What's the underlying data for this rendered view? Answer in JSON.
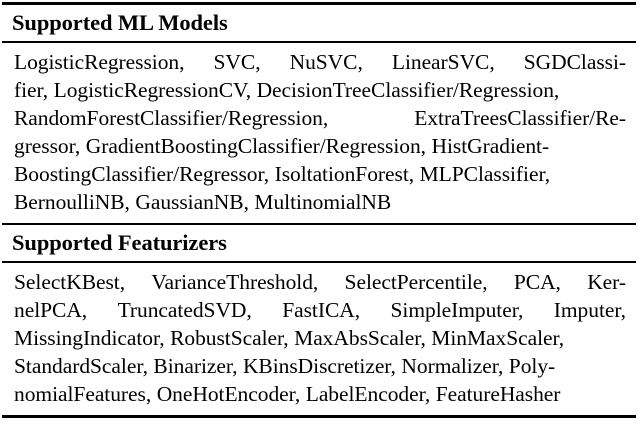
{
  "figure": {
    "kind": "booktabs-table",
    "background_color": "#ffffff",
    "text_color": "#000000",
    "rule_color": "#000000"
  },
  "sections": [
    {
      "id": "supported-ml-models",
      "header": "Supported ML Models",
      "body_text": "LogisticRegression, SVC, NuSVC, LinearSVC, SGDClassifier, LogisticRegressionCV, DecisionTreeClassifier/Regression, RandomForestClassifier/Regression, ExtraTreesClassifier/Regressor, GradientBoostingClassifier/Regression, HistGradientBoostingClassifier/Regressor, IsoltationForest, MLPClassifier, BernoulliNB, GaussianNB, MultinomialNB",
      "items": [
        "LogisticRegression",
        "SVC",
        "NuSVC",
        "LinearSVC",
        "SGDClassifier",
        "LogisticRegressionCV",
        "DecisionTreeClassifier/Regression",
        "RandomForestClassifier/Regression",
        "ExtraTreesClassifier/Regressor",
        "GradientBoostingClassifier/Regression",
        "HistGradientBoostingClassifier/Regressor",
        "IsoltationForest",
        "MLPClassifier",
        "BernoulliNB",
        "GaussianNB",
        "MultinomialNB"
      ],
      "lines": [
        [
          "LogisticRegression,",
          "SVC,",
          "NuSVC,",
          "LinearSVC,",
          "SGDClassi-"
        ],
        [
          "fier, LogisticRegressionCV, DecisionTreeClassifier/Regression,"
        ],
        [
          "RandomForestClassifier/Regression,",
          "ExtraTreesClassifier/Re-"
        ],
        [
          "gressor, GradientBoostingClassifier/Regression, HistGradient-"
        ],
        [
          "BoostingClassifier/Regressor, IsoltationForest, MLPClassifier,"
        ],
        [
          "BernoulliNB, GaussianNB, MultinomialNB"
        ]
      ]
    },
    {
      "id": "supported-featurizers",
      "header": "Supported Featurizers",
      "body_text": "SelectKBest, VarianceThreshold, SelectPercentile, PCA, KernelPCA, TruncatedSVD, FastICA, SimpleImputer, Imputer, MissingIndicator, RobustScaler, MaxAbsScaler, MinMaxScaler, StandardScaler, Binarizer, KBinsDiscretizer, Normalizer, PolynomialFeatures, OneHotEncoder, LabelEncoder, FeatureHasher",
      "items": [
        "SelectKBest",
        "VarianceThreshold",
        "SelectPercentile",
        "PCA",
        "KernelPCA",
        "TruncatedSVD",
        "FastICA",
        "SimpleImputer",
        "Imputer",
        "MissingIndicator",
        "RobustScaler",
        "MaxAbsScaler",
        "MinMaxScaler",
        "StandardScaler",
        "Binarizer",
        "KBinsDiscretizer",
        "Normalizer",
        "PolynomialFeatures",
        "OneHotEncoder",
        "LabelEncoder",
        "FeatureHasher"
      ],
      "lines": [
        [
          "SelectKBest,",
          "VarianceThreshold,",
          "SelectPercentile,",
          "PCA,",
          "Ker-"
        ],
        [
          "nelPCA,",
          "TruncatedSVD,",
          "FastICA,",
          "SimpleImputer,",
          "Imputer,"
        ],
        [
          "MissingIndicator, RobustScaler, MaxAbsScaler, MinMaxScaler,"
        ],
        [
          "StandardScaler, Binarizer, KBinsDiscretizer, Normalizer, Poly-"
        ],
        [
          "nomialFeatures, OneHotEncoder, LabelEncoder, FeatureHasher"
        ]
      ]
    }
  ]
}
